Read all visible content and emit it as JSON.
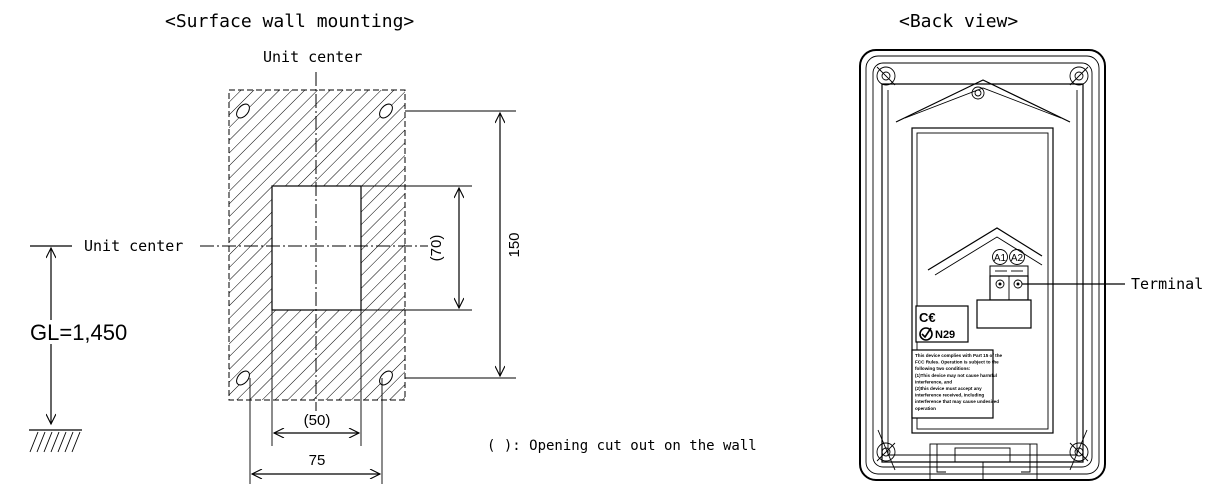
{
  "surface": {
    "title": "<Surface wall mounting>",
    "unit_center_top": "Unit center",
    "unit_center_left": "Unit center",
    "gl_label": "GL=1,450",
    "dim_70": "(70)",
    "dim_150": "150",
    "dim_50": "(50)",
    "dim_75": "75",
    "legend_note": "( ): Opening cut out on the wall"
  },
  "back": {
    "title": "<Back view>",
    "terminal_label": "Terminal",
    "a1": "A1",
    "a2": "A2",
    "cert_code": "N29",
    "fcc_text": [
      "This device complies with Part 15 of the",
      "FCC Rules. Operation is subject to the",
      "following two conditions:",
      "(1)This device may not cause harmful",
      "interference, and",
      "(2)this device must accept any",
      "interference received, including",
      "interference that may cause undesired",
      "operation"
    ]
  }
}
